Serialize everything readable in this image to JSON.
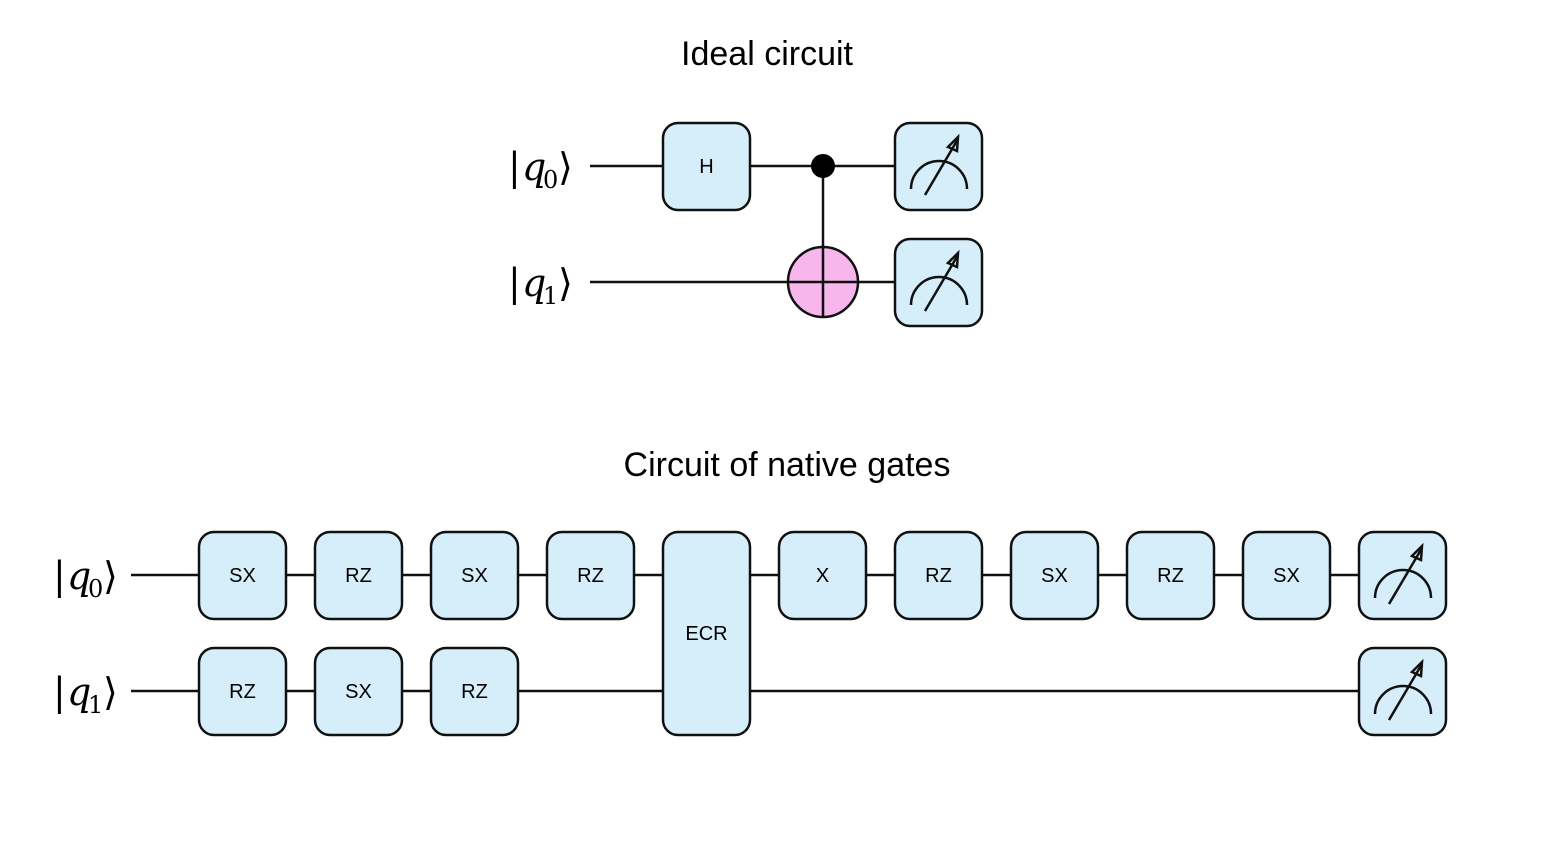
{
  "ideal_circuit": {
    "title": "Ideal circuit",
    "qubits": [
      {
        "bra": "|",
        "var": "q",
        "sub": "0",
        "ket": "⟩"
      },
      {
        "bra": "|",
        "var": "q",
        "sub": "1",
        "ket": "⟩"
      }
    ],
    "gates": {
      "h": "H"
    },
    "icons": [
      "measure-icon",
      "control-dot-icon",
      "cnot-target-icon"
    ]
  },
  "native_circuit": {
    "title": "Circuit of native gates",
    "qubits": [
      {
        "bra": "|",
        "var": "q",
        "sub": "0",
        "ket": "⟩"
      },
      {
        "bra": "|",
        "var": "q",
        "sub": "1",
        "ket": "⟩"
      }
    ],
    "q0_gates_before": [
      "SX",
      "RZ",
      "SX",
      "RZ"
    ],
    "two_qubit_gate": "ECR",
    "q0_gates_after": [
      "X",
      "RZ",
      "SX",
      "RZ",
      "SX"
    ],
    "q1_gates_before": [
      "RZ",
      "SX",
      "RZ"
    ],
    "icons": [
      "measure-icon"
    ]
  },
  "colors": {
    "gate_fill": "#d5eefa",
    "target_fill": "#f7b6ec",
    "stroke": "#111111"
  }
}
